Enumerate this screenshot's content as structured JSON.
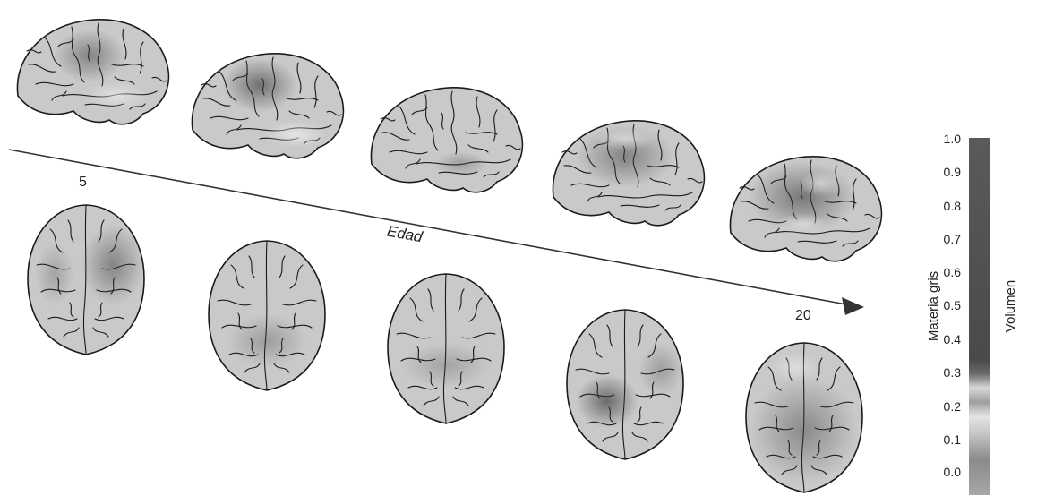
{
  "timeline": {
    "start_label": "5",
    "end_label": "20",
    "axis_label": "Edad"
  },
  "colorbar": {
    "ticks": [
      "1.0",
      "0.9",
      "0.8",
      "0.7",
      "0.6",
      "0.5",
      "0.4",
      "0.3",
      "0.2",
      "0.1",
      "0.0"
    ],
    "left_label": "Materia gris",
    "right_label": "Volumen",
    "colors": {
      "high": "#555555",
      "mid_band": "#dcdcdc",
      "low": "#9a9a9a"
    }
  },
  "brains": {
    "stages": 5,
    "views": [
      "lateral",
      "superior"
    ]
  }
}
